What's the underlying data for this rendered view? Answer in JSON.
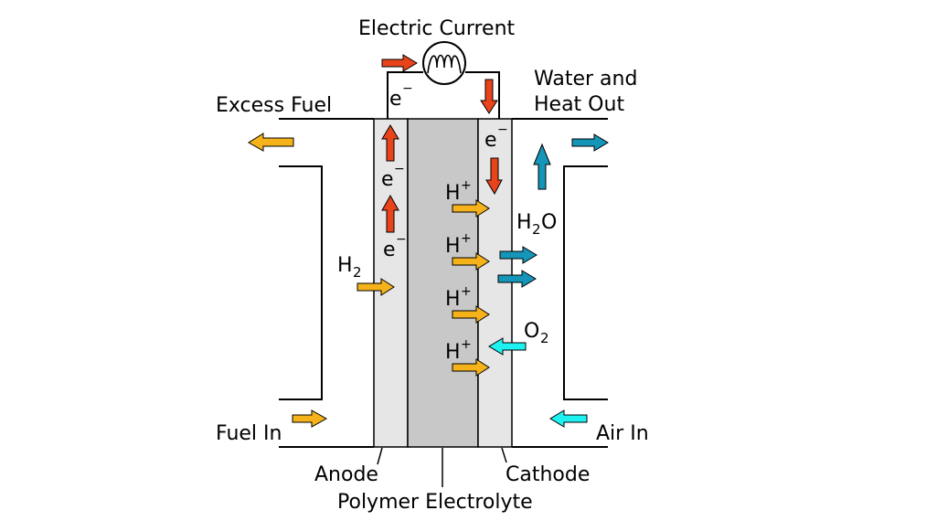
{
  "labels": {
    "electric_current": "Electric Current",
    "excess_fuel": "Excess Fuel",
    "water_heat_line1": "Water and",
    "water_heat_line2": "Heat Out",
    "fuel_in": "Fuel In",
    "air_in": "Air In",
    "anode": "Anode",
    "cathode": "Cathode",
    "polymer_electrolyte": "Polymer Electrolyte"
  },
  "chem": {
    "electron_base": "e",
    "electron_sup": "−",
    "proton_base": "H",
    "proton_sup": "+",
    "hydrogen_base": "H",
    "hydrogen_sub": "2",
    "water_h": "H",
    "water_sub": "2",
    "water_o": "O",
    "oxygen_base": "O",
    "oxygen_sub": "2"
  },
  "colors": {
    "electron_arrow": "#e8431a",
    "fuel_arrow": "#f5b21b",
    "water_arrow": "#1596b8",
    "oxygen_arrow": "#1ef2f0",
    "electrode_fill": "#e6e6e6",
    "electrolyte_fill": "#c8c8c8"
  }
}
